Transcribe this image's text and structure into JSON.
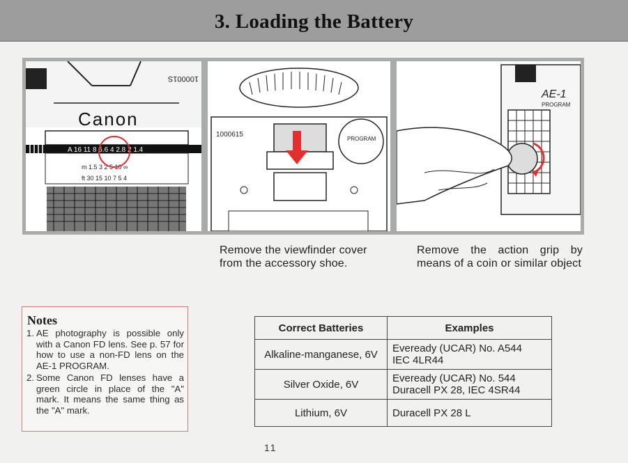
{
  "title": "3. Loading the Battery",
  "photos": {
    "left_brand": "Canon",
    "left_serial": "100001S",
    "left_aperture_scale": "A 16 11 8 5.6 4 2.8 2 1.4",
    "left_distance_scale": "m 1.5 3 2 5 10 ∞",
    "left_distance_scale_ft": "ft 30 15 10 7 5 4",
    "middle_serial": "1000615",
    "middle_mode": "PROGRAM",
    "right_model": "AE-1",
    "right_model_sub": "PROGRAM"
  },
  "captions": {
    "middle": "Remove the viewfinder cover from the accessory shoe.",
    "right": "Remove the action grip by means of a coin or similar object"
  },
  "notes": {
    "heading": "Notes",
    "items": [
      {
        "num": "1.",
        "text": "AE photography is possible only with a Canon FD lens. See p. 57 for how to use a non-FD lens on the AE-1 PROGRAM."
      },
      {
        "num": "2.",
        "text": "Some Canon FD lenses have a green circle in place of the \"A\" mark. It means the same thing as the \"A\" mark."
      }
    ]
  },
  "battery_table": {
    "headers": [
      "Correct Batteries",
      "Examples"
    ],
    "rows": [
      {
        "type": "Alkaline-manganese, 6V",
        "examples": [
          "Eveready (UCAR) No. A544",
          "IEC 4LR44"
        ]
      },
      {
        "type": "Silver Oxide, 6V",
        "examples": [
          "Eveready (UCAR) No. 544",
          "Duracell PX 28, IEC 4SR44"
        ]
      },
      {
        "type": "Lithium, 6V",
        "examples": [
          "Duracell PX 28 L"
        ]
      }
    ]
  },
  "page_number": "11",
  "colors": {
    "header_band": "#9d9d9d",
    "note_border": "#d6787c",
    "arrow_red": "#e03030"
  }
}
